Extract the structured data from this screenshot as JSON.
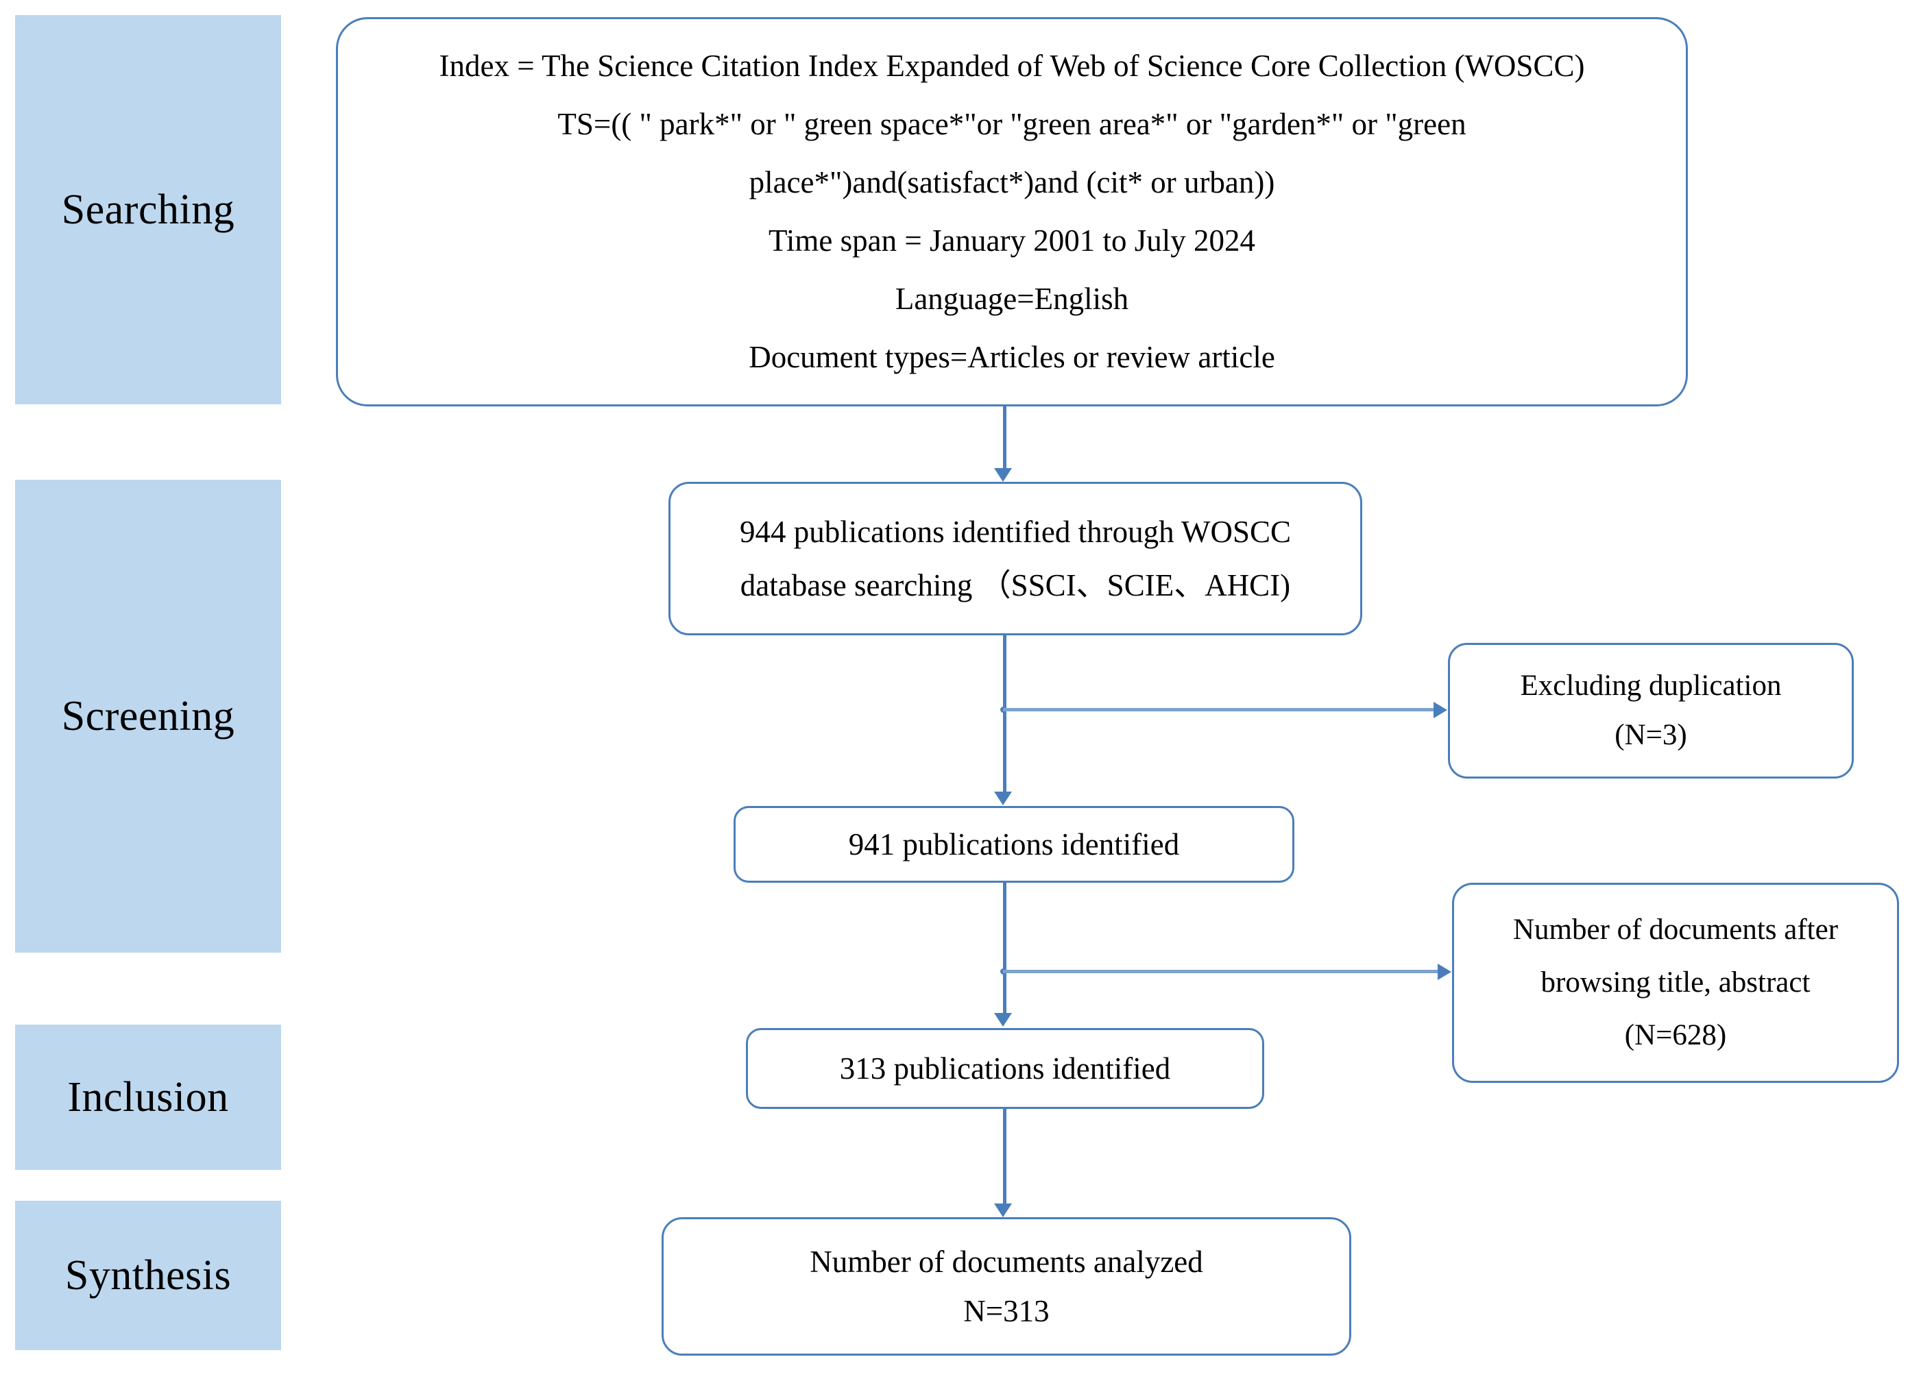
{
  "diagram": {
    "title": "PRISMA literature screening flow diagram",
    "accent_border_color": "#4a7ebb",
    "band_fill_color": "#bdd7ee",
    "connector_color": "#4a7ebb"
  },
  "stages": [
    {
      "id": "searching",
      "label": "Searching"
    },
    {
      "id": "screening",
      "label": "Screening"
    },
    {
      "id": "inclusion",
      "label": "Inclusion"
    },
    {
      "id": "synthesis",
      "label": "Synthesis"
    }
  ],
  "boxes": {
    "search_criteria": {
      "lines": [
        "Index = The Science Citation Index Expanded of Web of Science Core Collection (WOSCC)",
        "TS=(( \" park*\" or \" green space*\"or \"green area*\" or \"garden*\" or \"green",
        "place*\")and(satisfact*)and (cit* or urban))",
        "Time span =  January 2001 to July 2024",
        "Language=English",
        "Document types=Articles or review article"
      ]
    },
    "identified": {
      "lines": [
        "944 publications identified through WOSCC",
        "database searching （SSCI、SCIE、AHCI)"
      ],
      "count": 944
    },
    "excluding_duplication": {
      "lines": [
        "Excluding duplication",
        "(N=3)"
      ],
      "count": 3
    },
    "remaining_941": {
      "lines": [
        "941 publications identified"
      ],
      "count": 941
    },
    "excluding_browsing": {
      "lines": [
        "Number of documents after",
        "browsing title, abstract",
        "(N=628)"
      ],
      "count": 628
    },
    "remaining_313": {
      "lines": [
        "313 publications identified"
      ],
      "count": 313
    },
    "analyzed": {
      "lines": [
        "Number of documents analyzed",
        "N=313"
      ],
      "count": 313
    }
  }
}
